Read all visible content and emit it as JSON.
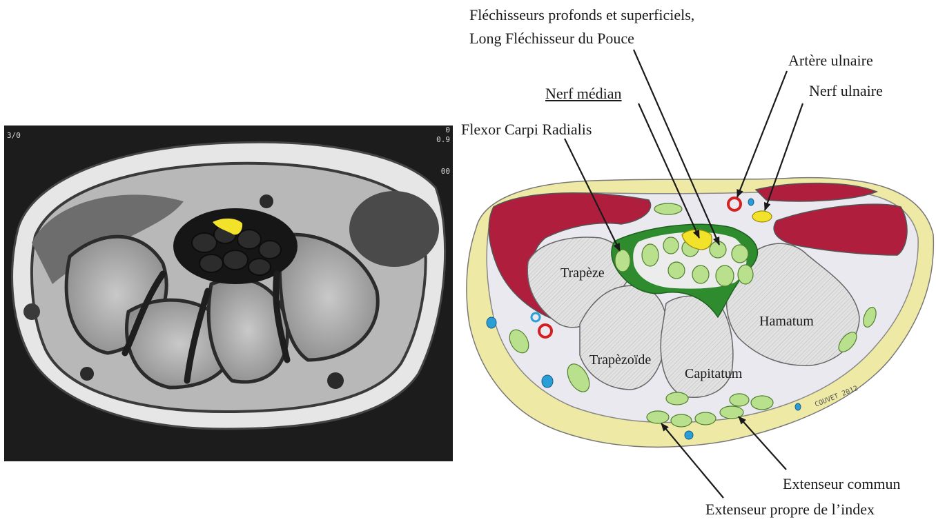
{
  "labels": {
    "flexors_line1": "Fléchisseurs profonds et superficiels,",
    "flexors_line2": "Long Fléchisseur du Pouce",
    "ulnar_artery": "Artère ulnaire",
    "ulnar_nerve": "Nerf ulnaire",
    "median_nerve": "Nerf médian",
    "fcr": "Flexor Carpi Radialis",
    "extensor_common": "Extenseur commun",
    "extensor_index": "Extenseur propre de l’index"
  },
  "bones": {
    "trapeze": "Trapèze",
    "trapezoide": "Trapèzoïde",
    "capitatum": "Capitatum",
    "hamatum": "Hamatum"
  },
  "mri_corner": {
    "left": "3/0",
    "right1": "0",
    "right2": "0.9",
    "right3": "00"
  },
  "signature": "COUVET 2012",
  "colors": {
    "skin": "#eeeaa6",
    "muscle": "#b01e3e",
    "retinaculum": "#2e8b2e",
    "tendon": "#b9e08c",
    "nerve": "#f2e22a",
    "artery": "#d42020",
    "vein": "#2a9fd6",
    "bone": "#dcdcdc",
    "mri_highlight": "#f2e22a"
  }
}
